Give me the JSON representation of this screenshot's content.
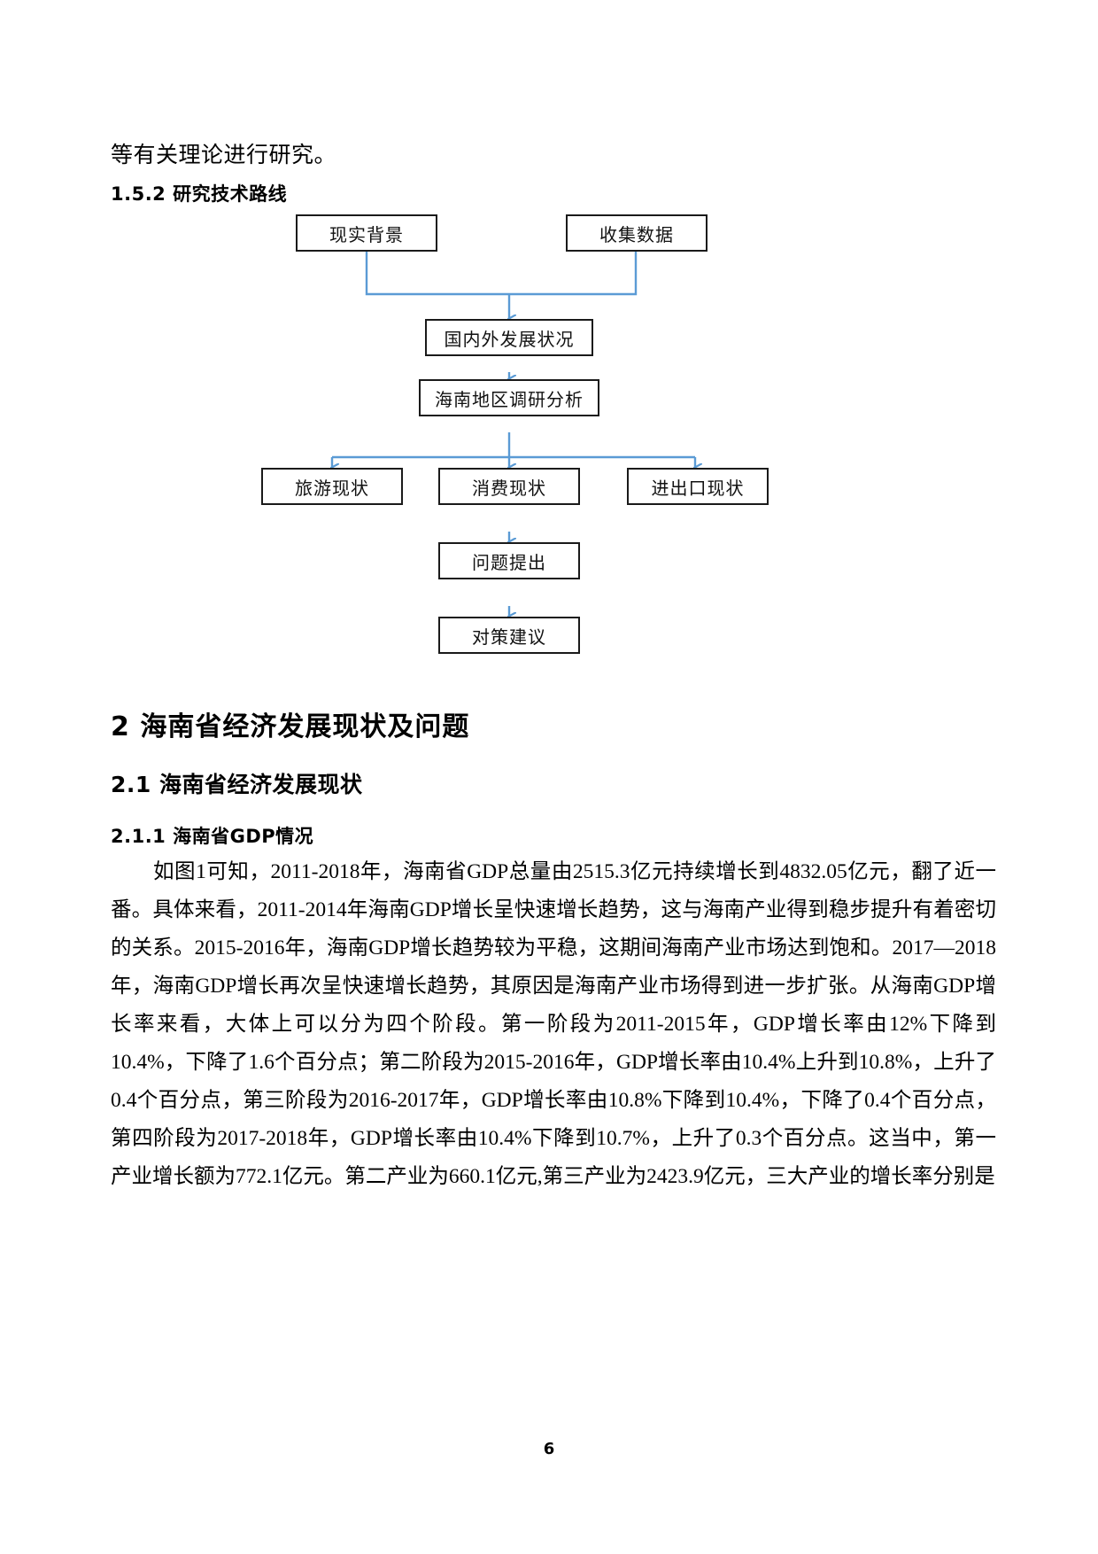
{
  "document": {
    "lead_line": "等有关理论进行研究。",
    "page_number": "6"
  },
  "headings": {
    "h3_152": "1.5.2 研究技术路线",
    "h1_2": "2 海南省经济发展现状及问题",
    "h2_21": "2.1 海南省经济发展现状",
    "h3_211": "2.1.1 海南省GDP情况"
  },
  "flowchart": {
    "title": "研究技术路线",
    "arrow_color": "#5B9BD5",
    "box_border_color": "#1a1a1a",
    "nodes": [
      {
        "id": "n1",
        "label": "现实背景"
      },
      {
        "id": "n2",
        "label": "收集数据"
      },
      {
        "id": "n3",
        "label": "国内外发展状况"
      },
      {
        "id": "n4",
        "label": "海南地区调研分析"
      },
      {
        "id": "n5",
        "label": "旅游现状"
      },
      {
        "id": "n6",
        "label": "消费现状"
      },
      {
        "id": "n7",
        "label": "进出口现状"
      },
      {
        "id": "n8",
        "label": "问题提出"
      },
      {
        "id": "n9",
        "label": "对策建议"
      }
    ]
  },
  "paragraph": {
    "text": "如图1可知，2011-2018年，海南省GDP总量由2515.3亿元持续增长到4832.05亿元，翻了近一番。具体来看，2011-2014年海南GDP增长呈快速增长趋势，这与海南产业得到稳步提升有着密切的关系。2015-2016年，海南GDP增长趋势较为平稳，这期间海南产业市场达到饱和。2017—2018年，海南GDP增长再次呈快速增长趋势，其原因是海南产业市场得到进一步扩张。从海南GDP增长率来看，大体上可以分为四个阶段。第一阶段为2011-2015年，GDP增长率由12%下降到10.4%，下降了1.6个百分点；第二阶段为2015-2016年，GDP增长率由10.4%上升到10.8%，上升了0.4个百分点，第三阶段为2016-2017年，GDP增长率由10.8%下降到10.4%，下降了0.4个百分点，第四阶段为2017-2018年，GDP增长率由10.4%下降到10.7%，上升了0.3个百分点。这当中，第一产业增长额为772.1亿元。第二产业为660.1亿元,第三产业为2423.9亿元，三大产业的增长率分别是"
  }
}
